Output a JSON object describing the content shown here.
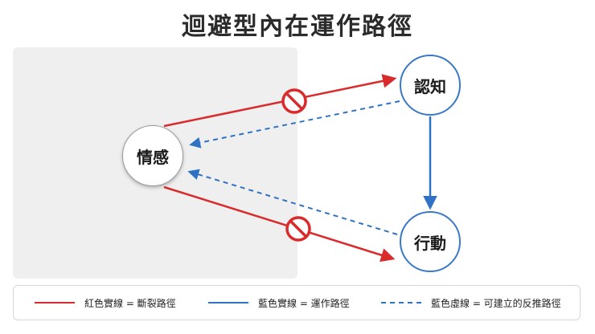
{
  "title": "迴避型內在運作路徑",
  "nodes": {
    "emotion": "情感",
    "cognition": "認知",
    "action": "行動"
  },
  "legend": {
    "red_solid": "紅色實線 = 斷裂路徑",
    "blue_solid": "藍色實線 = 運作路徑",
    "blue_dashed": "藍色虛線 = 可建立的反推路徑"
  },
  "colors": {
    "broken_path": "#d92b2b",
    "active_path": "#2f72c4",
    "shaded_region": "#efefef"
  }
}
